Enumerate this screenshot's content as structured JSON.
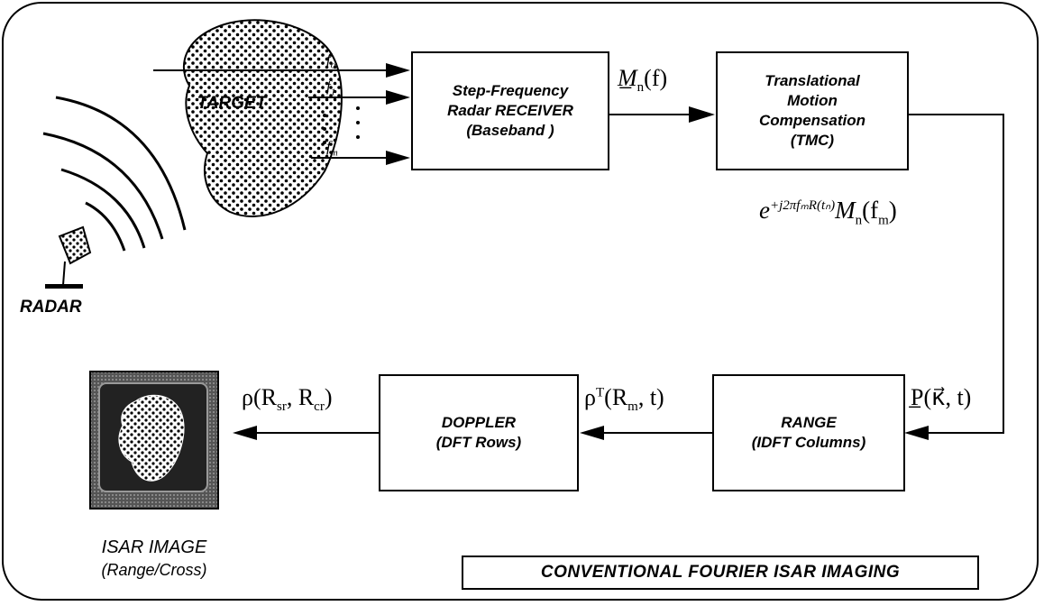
{
  "boxes": {
    "receiver": {
      "line1": "Step-Frequency",
      "line2": "Radar RECEIVER",
      "line3": "(Baseband )"
    },
    "tmc": {
      "line1": "Translational",
      "line2": "Motion",
      "line3": "Compensation",
      "line4": "(TMC)"
    },
    "range": {
      "line1": "RANGE",
      "line2": "(IDFT Columns)"
    },
    "doppler": {
      "line1": "DOPPLER",
      "line2": "(DFT Rows)"
    }
  },
  "labels": {
    "target": "TARGET",
    "radar": "RADAR",
    "isar_image": "ISAR IMAGE",
    "isar_sub": "(Range/Cross)",
    "title": "CONVENTIONAL FOURIER ISAR IMAGING"
  },
  "freqs": {
    "f0_base": "f",
    "f0_sub": "o",
    "f1_base": "f",
    "f1_sub": "1",
    "fm_base": "f",
    "fm_sub": "m"
  },
  "math": {
    "mn": "M̲",
    "mn_sub": "n",
    "mn_arg": "(f)",
    "tmc_out_e": "e",
    "tmc_out_exp": "+j2πfₘR(tₙ)",
    "tmc_out_m": "M",
    "tmc_out_sub": "n",
    "tmc_out_arg": "(f",
    "tmc_out_arg_sub": "m",
    "tmc_out_close": ")",
    "p": "P̲",
    "p_arg": "(κ⃗, t)",
    "rhoT": "ρ",
    "rhoT_sup": "T",
    "rhoT_arg": "(R",
    "rhoT_arg_sub": "m",
    "rhoT_close": ", t)",
    "rho": "ρ(R",
    "rho_sub1": "sr",
    "rho_mid": ", R",
    "rho_sub2": "cr",
    "rho_close": ")"
  },
  "colors": {
    "ink": "#000000",
    "image_bg": "#222222"
  }
}
